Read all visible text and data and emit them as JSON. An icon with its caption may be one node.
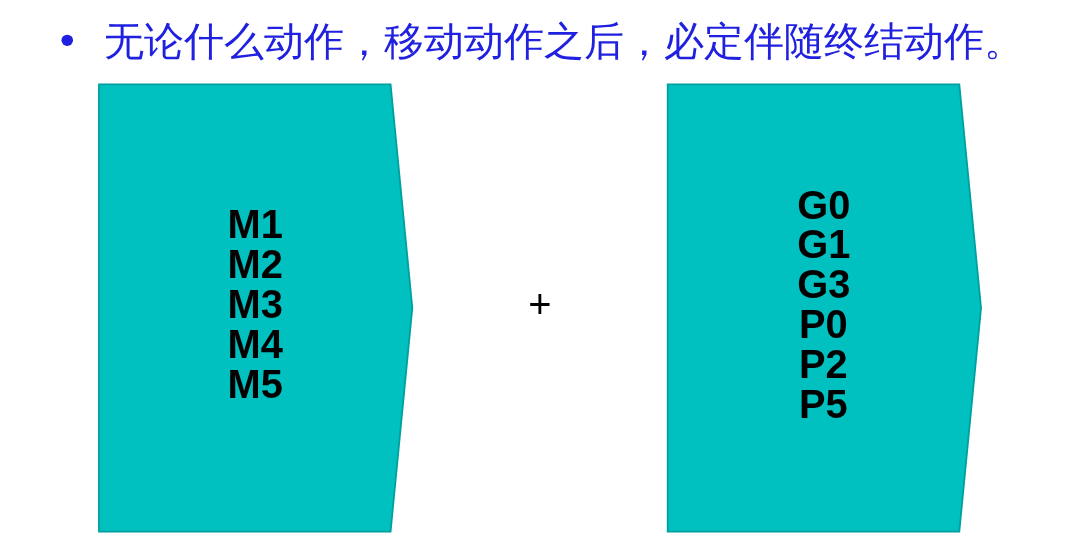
{
  "diagram": {
    "title": "•  无论什么动作，移动动作之后，必定伴随终结动作。",
    "nodes": [
      {
        "text": [
          "M1",
          "M2",
          "M3",
          "M4",
          "M5"
        ]
      },
      {
        "text": [
          "G0",
          "G1",
          "G3",
          "P0",
          "P2",
          "P5"
        ]
      }
    ],
    "labels": [
      "+"
    ]
  }
}
